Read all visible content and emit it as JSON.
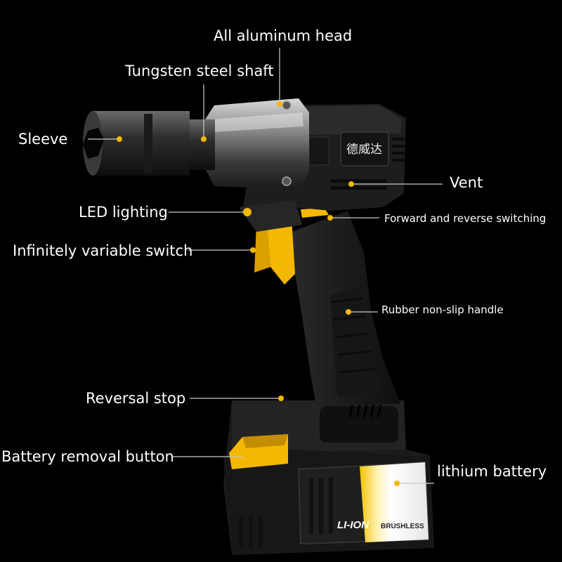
{
  "callouts": {
    "head": "All aluminum head",
    "shaft": "Tungsten steel shaft",
    "sleeve": "Sleeve",
    "vent": "Vent",
    "led": "LED lighting",
    "fr_switch": "Forward and reverse switching",
    "trigger": "Infinitely variable switch",
    "handle": "Rubber non-slip handle",
    "reversal_stop": "Reversal stop",
    "battery_button": "Battery removal button",
    "battery": "lithium battery"
  },
  "tool_markings": {
    "brand": "德威达",
    "battery_type": "LI-ION",
    "motor": "BRUSHLESS"
  },
  "colors": {
    "background": "#000000",
    "accent_yellow": "#f5b800",
    "body": "#1e1e1e"
  }
}
